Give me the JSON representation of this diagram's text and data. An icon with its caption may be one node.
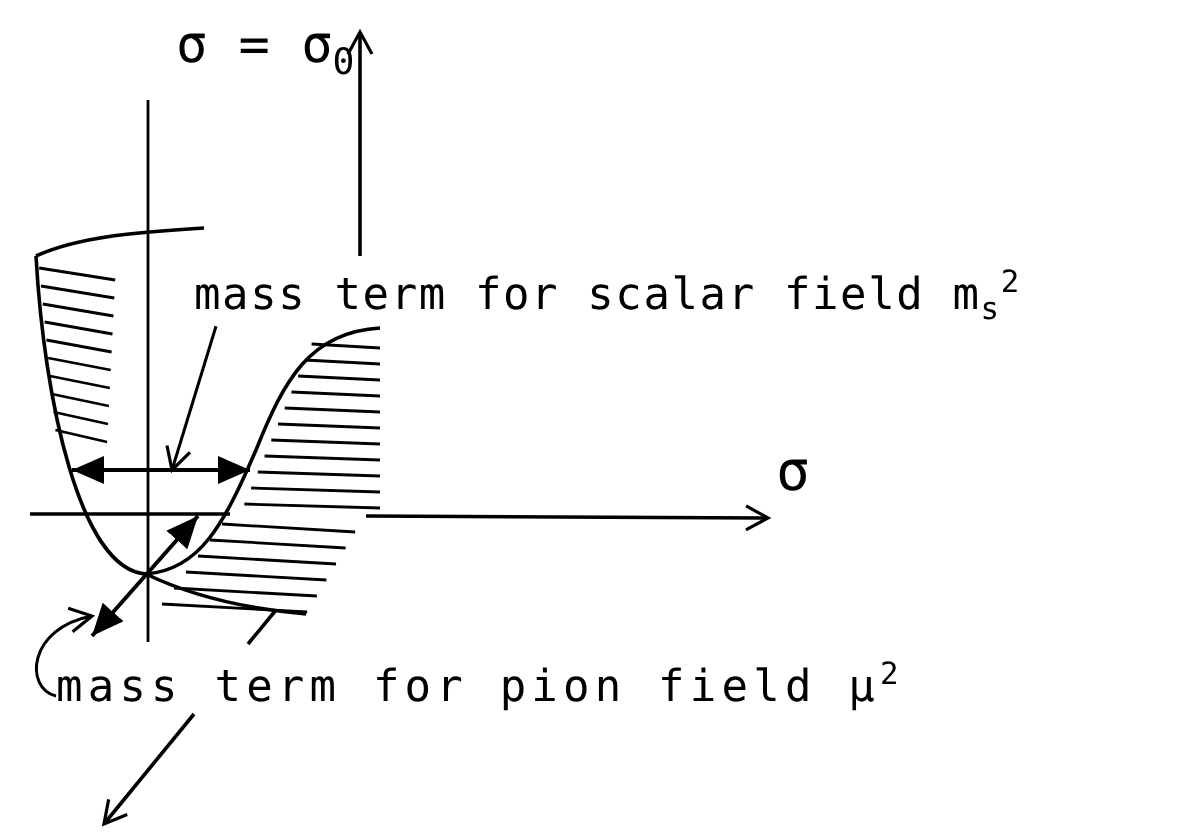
{
  "diagram": {
    "nodes": [
      {
        "text": [
          "mass term for scalar field m$_{s}$$^{2}$"
        ]
      },
      {
        "text": [
          "mass term for pion field μ$^{2}$"
        ]
      },
      {
        "text": [],
        "shape": "picture"
      },
      {
        "text": [],
        "shape": "picture"
      }
    ],
    "edges": [
      {
        "from": 0,
        "to": 2,
        "arrow": "to"
      },
      {
        "from": 1,
        "to": 3,
        "arrow": "to"
      }
    ],
    "labels": [
      "σ = σ$_{0}$",
      "σ"
    ]
  }
}
